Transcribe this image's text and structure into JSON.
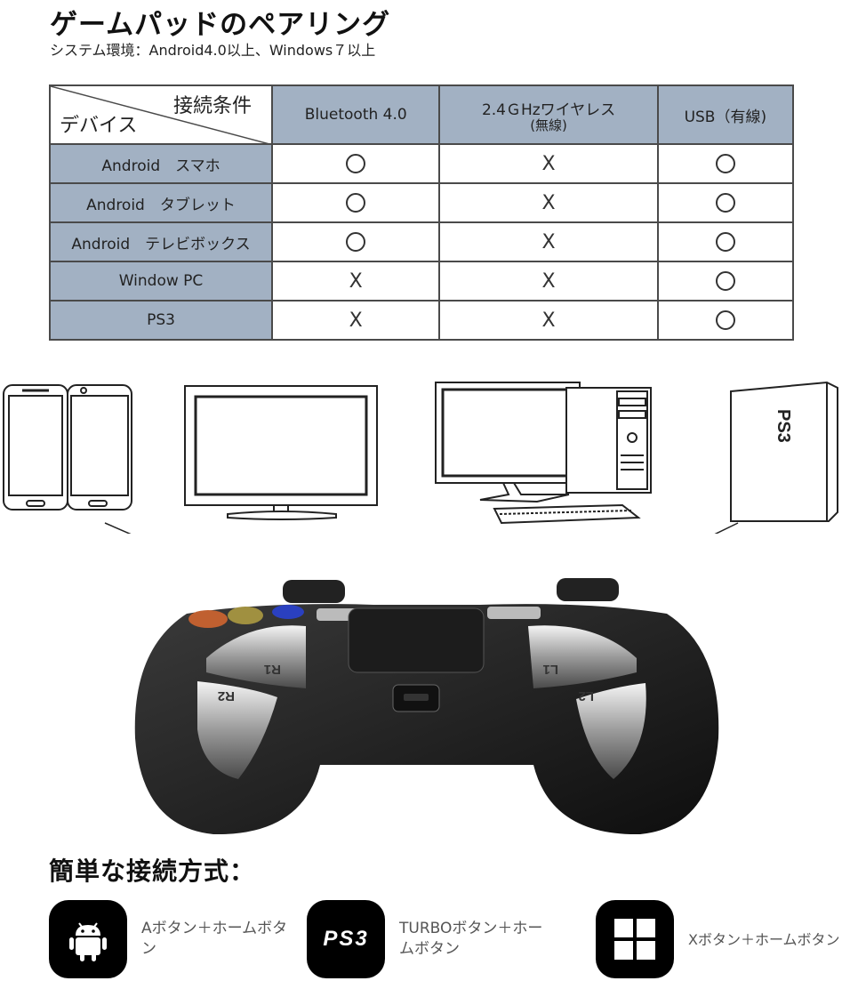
{
  "header": {
    "title": "ゲームパッドのペアリング",
    "subtitle": "システム環境：Android4.0以上、Windows７以上"
  },
  "table": {
    "corner_top": "接続条件",
    "corner_bottom": "デバイス",
    "columns": [
      {
        "label": "Bluetooth 4.0",
        "sub": ""
      },
      {
        "label": "2.4ＧHzワイヤレス",
        "sub": "(無線)"
      },
      {
        "label": "USB（有線)",
        "sub": ""
      }
    ],
    "rows": [
      {
        "device": "Android　スマホ",
        "marks": [
          "o",
          "x",
          "o"
        ]
      },
      {
        "device": "Android　タブレット",
        "marks": [
          "o",
          "x",
          "o"
        ]
      },
      {
        "device": "Android　テレビボックス",
        "marks": [
          "o",
          "x",
          "o"
        ]
      },
      {
        "device": "Window PC",
        "marks": [
          "x",
          "x",
          "o"
        ]
      },
      {
        "device": "PS3",
        "marks": [
          "x",
          "x",
          "o"
        ]
      }
    ],
    "x_glyph": "X"
  },
  "devices": {
    "icons": [
      "smartphone-icon",
      "tv-icon",
      "desktop-pc-icon",
      "ps3-console-icon"
    ],
    "ps3_logo": "PS3"
  },
  "controller": {
    "r1": "R1",
    "r2": "R2",
    "l1": "L1",
    "l2": "L2"
  },
  "methods": {
    "title": "簡単な接続方式：",
    "items": [
      {
        "icon": "android-icon",
        "label": "Aボタン＋ホームボタン"
      },
      {
        "icon": "ps3-icon",
        "label": "TURBOボタン＋ホームボタン",
        "logo": "PS3"
      },
      {
        "icon": "windows-icon",
        "label": "Xボタン＋ホームボタン"
      }
    ]
  }
}
